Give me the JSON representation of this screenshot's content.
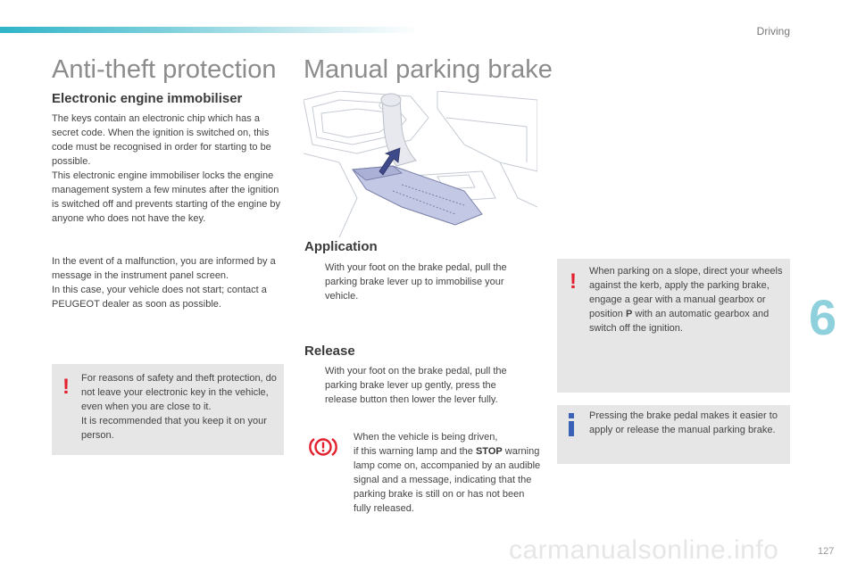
{
  "header": {
    "section": "Driving",
    "chapter": "6",
    "page_number": "127"
  },
  "left": {
    "title": "Anti-theft protection",
    "heading": "Electronic engine immobiliser",
    "para1": "The keys contain an electronic chip which has a secret code. When the ignition is switched on, this code must be recognised in order for starting to be possible.",
    "para2": "This electronic engine immobiliser locks the engine management system a few minutes after the ignition is switched off and prevents starting of the engine by anyone who does not have the key.",
    "para3": "In the event of a malfunction, you are informed by a message in the instrument panel screen.",
    "para4": "In this case, your vehicle does not start; contact a PEUGEOT dealer as soon as possible.",
    "warning": {
      "icon": "warning-exclamation-icon",
      "line1": "For reasons of safety and theft protection, do not leave your electronic key in the vehicle, even when you are close to it.",
      "line2": "It is recommended that you keep it on your person."
    }
  },
  "right": {
    "title": "Manual parking brake",
    "illustration": "parking-brake-lever-illustration",
    "application": {
      "heading": "Application",
      "bullet_symbol": "",
      "text": "With your foot on the brake pedal, pull the parking brake lever up to immobilise your vehicle."
    },
    "release": {
      "heading": "Release",
      "bullet_symbol": "",
      "text": "With your foot on the brake pedal, pull the parking brake lever up gently, press the release button then lower the lever fully."
    },
    "lamp_note": {
      "icon": "parking-brake-warning-lamp-icon",
      "line1": "When the vehicle is being driven,",
      "line2_pre": "if this warning lamp and the ",
      "line2_bold": "STOP",
      "line3": "warning lamp come on, accompanied by an audible signal and a message, indicating that the parking brake is still on or has not been fully released."
    },
    "slope_warning": {
      "icon": "warning-exclamation-icon",
      "text_pre": "When parking on a slope, direct your wheels against the kerb, apply the parking brake, engage a gear with a manual gearbox or position ",
      "text_bold": "P",
      "text_post": " with an automatic gearbox and switch off the ignition."
    },
    "info": {
      "icon": "info-icon",
      "text": "Pressing the brake pedal makes it easier to apply or release the manual parking brake."
    }
  },
  "footer": {
    "watermark": "carmanualsonline.info"
  },
  "colors": {
    "accent": "#2fb4c8",
    "warning": "#e3202e",
    "info": "#3a63b8",
    "box": "#e6e6e6"
  }
}
